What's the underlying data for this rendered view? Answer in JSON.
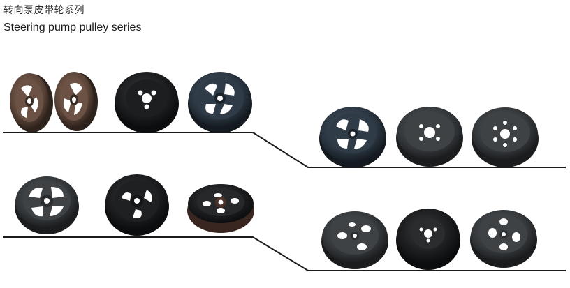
{
  "header": {
    "title_cn": "转向泵皮带轮系列",
    "title_en": "Steering pump pulley series"
  },
  "colors": {
    "line": "#1a1a1a",
    "black_steel": "#181a1c",
    "dark_blue_steel": "#2b3742",
    "gray_steel": "#3a3d40",
    "rust_bronze": "#5a4438",
    "hole": "#ffffff"
  },
  "products": [
    {
      "name": "bronze-pulley-spoked",
      "finish": "rust_bronze"
    },
    {
      "name": "bronze-pulley-angled",
      "finish": "rust_bronze"
    },
    {
      "name": "black-pulley-three-hole",
      "finish": "black_steel"
    },
    {
      "name": "dark-blue-pulley-spoked",
      "finish": "dark_blue_steel"
    },
    {
      "name": "dark-blue-pulley-four-spoke",
      "finish": "dark_blue_steel"
    },
    {
      "name": "gray-pulley-four-hole",
      "finish": "gray_steel"
    },
    {
      "name": "gray-pulley-six-hole",
      "finish": "gray_steel"
    },
    {
      "name": "gray-pulley-four-spoke",
      "finish": "gray_steel"
    },
    {
      "name": "black-pulley-deep-dish",
      "finish": "black_steel"
    },
    {
      "name": "black-pulley-ribbed",
      "finish": "black_steel"
    },
    {
      "name": "gray-pulley-three-window",
      "finish": "gray_steel"
    },
    {
      "name": "black-pulley-domed",
      "finish": "black_steel"
    },
    {
      "name": "gray-pulley-four-window",
      "finish": "gray_steel"
    }
  ]
}
